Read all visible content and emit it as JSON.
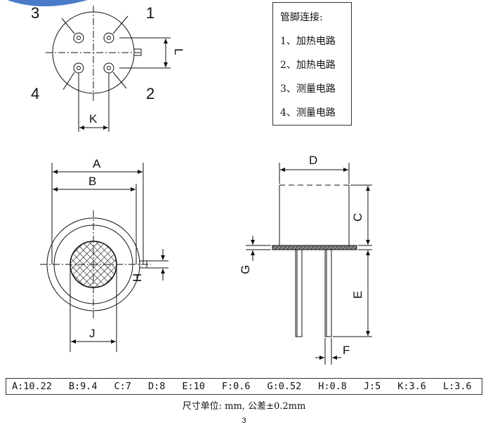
{
  "bottom_view": {
    "pin_numbers": [
      "3",
      "1",
      "4",
      "2"
    ],
    "dim_k": "K",
    "dim_l": "L"
  },
  "pin_table": {
    "title": "管脚连接:",
    "items": [
      "1、加热电路",
      "2、加热电路",
      "3、测量电路",
      "4、测量电路"
    ]
  },
  "top_view": {
    "dim_a": "A",
    "dim_b": "B",
    "dim_h": "H",
    "dim_j": "J"
  },
  "side_view": {
    "dim_d": "D",
    "dim_c": "C",
    "dim_g": "G",
    "dim_e": "E",
    "dim_f": "F"
  },
  "dimensions": [
    "A:10.22",
    "B:9.4",
    "C:7",
    "D:8",
    "E:10",
    "F:0.6",
    "G:0.52",
    "H:0.8",
    "J:5",
    "K:3.6",
    "L:3.6"
  ],
  "note": "尺寸单位: mm, 公差±0.2mm",
  "page_number": "3",
  "colors": {
    "line": "#111111",
    "flange_fill": "#555555",
    "corner_blob": "#4a7bc8"
  }
}
